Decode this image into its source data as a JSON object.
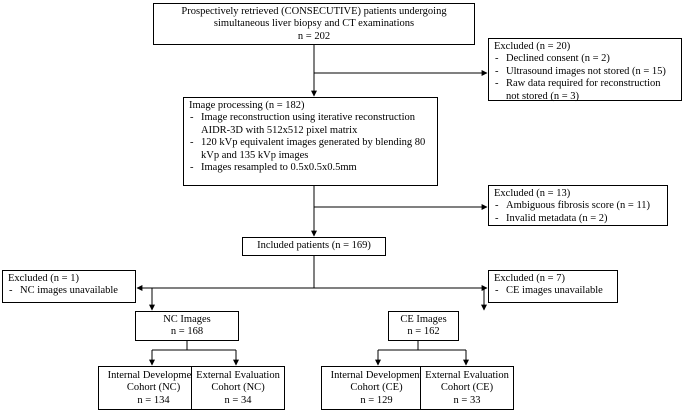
{
  "top": {
    "lines": [
      "Prospectively retrieved (CONSECUTIVE) patients undergoing",
      "simultaneous liver biopsy and CT examinations",
      "n = 202"
    ]
  },
  "excl1": {
    "title": "Excluded (n = 20)",
    "items": [
      "Declined consent (n = 2)",
      "Ultrasound images not stored (n = 15)",
      "Raw data required for reconstruction not stored (n = 3)"
    ]
  },
  "proc": {
    "title": "Image processing (n = 182)",
    "items": [
      "Image reconstruction using iterative reconstruction AIDR-3D with 512x512 pixel matrix",
      "120 kVp equivalent images generated by blending 80 kVp and 135 kVp images",
      "Images resampled to 0.5x0.5x0.5mm"
    ]
  },
  "excl2": {
    "title": "Excluded (n = 13)",
    "items": [
      "Ambiguous fibrosis score (n = 11)",
      "Invalid metadata (n = 2)"
    ]
  },
  "included": {
    "label": "Included patients (n = 169)"
  },
  "excl_nc": {
    "title": "Excluded (n = 1)",
    "items": [
      "NC images unavailable"
    ]
  },
  "excl_ce": {
    "title": "Excluded (n = 7)",
    "items": [
      "CE images unavailable"
    ]
  },
  "nc": {
    "title": "NC Images",
    "n": "n = 168"
  },
  "ce": {
    "title": "CE Images",
    "n": "n = 162"
  },
  "cohorts": [
    {
      "l1": "Internal Development",
      "l2": "Cohort (NC)",
      "n": "n = 134"
    },
    {
      "l1": "External Evaluation",
      "l2": "Cohort (NC)",
      "n": "n = 34"
    },
    {
      "l1": "Internal Development",
      "l2": "Cohort (CE)",
      "n": "n = 129"
    },
    {
      "l1": "External Evaluation",
      "l2": "Cohort (CE)",
      "n": "n = 33"
    }
  ]
}
